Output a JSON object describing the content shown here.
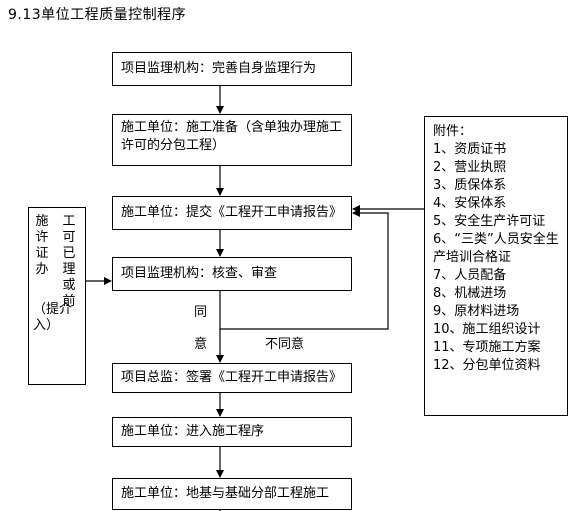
{
  "title": "9.13单位工程质量控制程序",
  "steps": {
    "s1": "项目监理机构：完善自身监理行为",
    "s2": "施工单位：施工准备（含单独办理施工许可的分包工程）",
    "s3": "施工单位：提交《工程开工申请报告》",
    "s4": "项目监理机构：核查、审查",
    "s5": "项目总监：签署《工程开工申请报告》",
    "s6": "施工单位：进入施工程序",
    "s7": "施工单位：地基与基础分部工程施工"
  },
  "labels": {
    "agree_1": "同",
    "agree_2": "意",
    "disagree": "不同意"
  },
  "side_note": {
    "col1": "施许证办",
    "col2": "工可已理或前",
    "bottom": "（提介入）"
  },
  "attachments": {
    "heading": "附件：",
    "items": [
      "1、资质证书",
      "2、营业执照",
      "3、质保体系",
      "4、安保体系",
      "5、安全生产许可证",
      "6、“三类”人员安全生产培训合格证",
      "7、人员配备",
      "8、机械进场",
      "9、原材料进场",
      "10、施工组织设计",
      "11、专项施工方案",
      "12、分包单位资料"
    ]
  }
}
